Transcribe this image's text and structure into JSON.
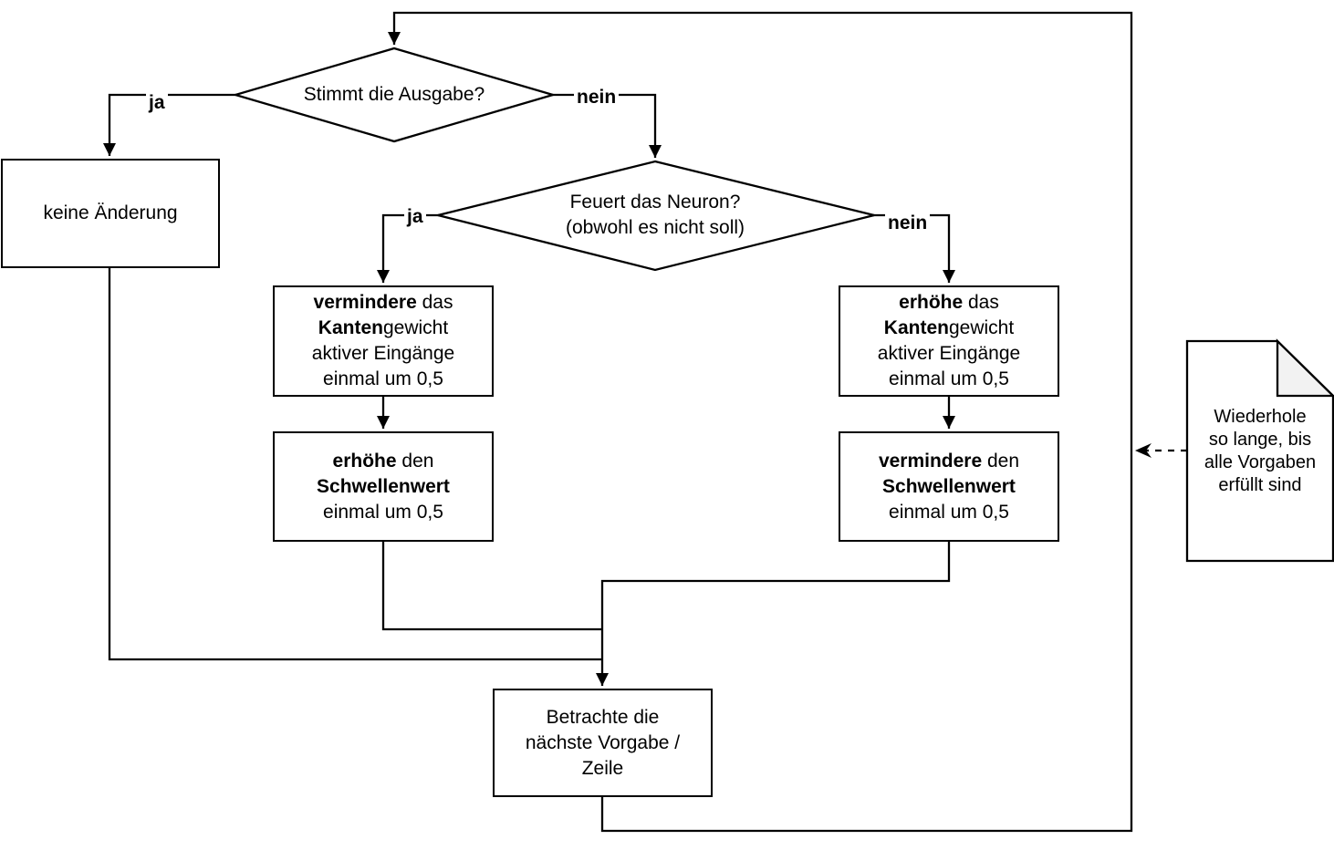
{
  "diagram": {
    "colors": {
      "stroke": "#000000",
      "shape_fill": "#ffffff",
      "note_fold_fill": "#f2f2f2"
    },
    "decision_output": {
      "text": "Stimmt die Ausgabe?"
    },
    "decision_neuron": {
      "text": "Feuert das Neuron?\n(obwohl es nicht soll)"
    },
    "labels": {
      "yes1": "ja",
      "no1": "nein",
      "yes2": "ja",
      "no2": "nein"
    },
    "box_no_change": {
      "text": "keine Änderung"
    },
    "box_decrease_weight": {
      "line1_bold": "vermindere",
      "line1_rest": " das",
      "line2_bold": "Kanten",
      "line2_rest": "gewicht",
      "line3": "aktiver Eingänge",
      "line4": "einmal um 0,5"
    },
    "box_increase_threshold": {
      "line1_bold": "erhöhe",
      "line1_rest": " den",
      "line2_bold": "Schwellenwert",
      "line3": "einmal um 0,5"
    },
    "box_increase_weight": {
      "line1_bold": "erhöhe",
      "line1_rest": " das",
      "line2_bold": "Kanten",
      "line2_rest": "gewicht",
      "line3": "aktiver Eingänge",
      "line4": "einmal um 0,5"
    },
    "box_decrease_threshold": {
      "line1_bold": "vermindere",
      "line1_rest": " den",
      "line2_bold": "Schwellenwert",
      "line3": "einmal um 0,5"
    },
    "box_next_row": {
      "text": "Betrachte die\nnächste Vorgabe /\nZeile"
    },
    "note_repeat": {
      "text": "Wiederhole\nso lange, bis\nalle Vorgaben\nerfüllt sind"
    }
  }
}
